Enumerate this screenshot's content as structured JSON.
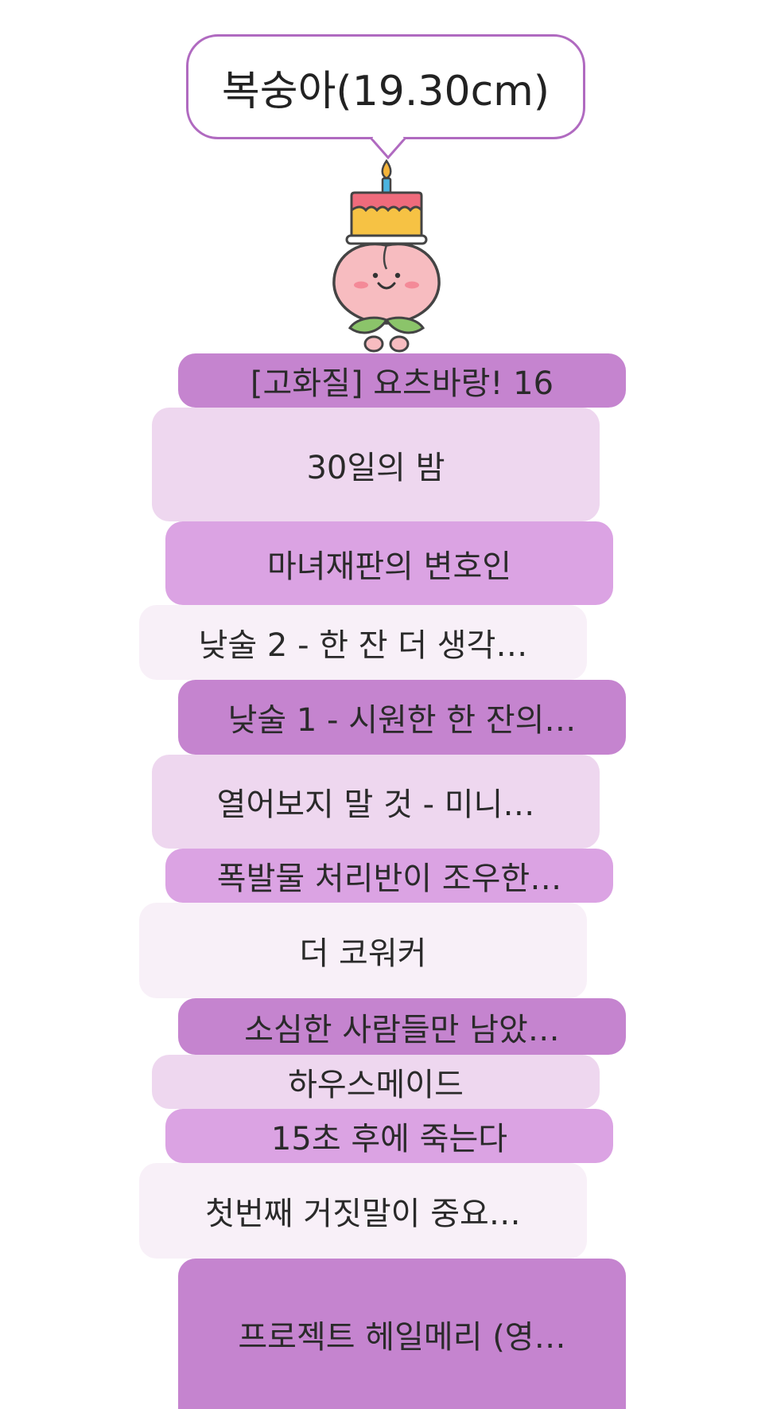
{
  "header": {
    "title": "복숭아(19.30cm)"
  },
  "mascot": {
    "icon": "birthday-cake-peach-icon"
  },
  "colors": {
    "bubble_border": "#b06ac0",
    "tone_1": "#c584cf",
    "tone_2": "#eed7ef",
    "tone_3": "#dba3e3",
    "tone_4": "#f8f0f8"
  },
  "stack": {
    "items": [
      {
        "label": "[고화질] 요츠바랑! 16"
      },
      {
        "label": "30일의 밤"
      },
      {
        "label": "마녀재판의 변호인"
      },
      {
        "label": "낮술 2 - 한 잔 더 생각…"
      },
      {
        "label": "낮술 1 - 시원한 한 잔의…"
      },
      {
        "label": "열어보지 말 것 - 미니…"
      },
      {
        "label": "폭발물 처리반이 조우한…"
      },
      {
        "label": "더 코워커"
      },
      {
        "label": "소심한 사람들만 남았…"
      },
      {
        "label": "하우스메이드"
      },
      {
        "label": "15초 후에 죽는다"
      },
      {
        "label": "첫번째 거짓말이 중요…"
      },
      {
        "label": "프로젝트 헤일메리 (영…"
      }
    ]
  }
}
